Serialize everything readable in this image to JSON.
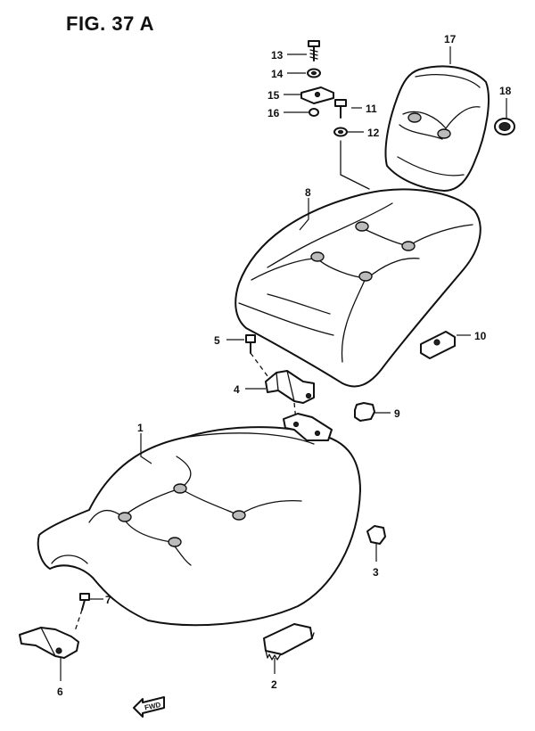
{
  "figure": {
    "title": "FIG. 37 A"
  },
  "callouts": {
    "c1": "1",
    "c2": "2",
    "c3": "3",
    "c4": "4",
    "c5": "5",
    "c6": "6",
    "c7": "7",
    "c8": "8",
    "c9": "9",
    "c10": "10",
    "c11": "11",
    "c12": "12",
    "c13": "13",
    "c14": "14",
    "c15": "15",
    "c16": "16",
    "c17": "17",
    "c18": "18"
  },
  "fwd_label": "FWD"
}
